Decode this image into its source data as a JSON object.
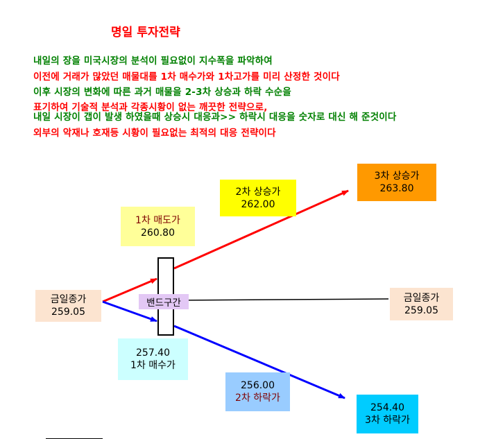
{
  "title": "명일 투자전략",
  "description_lines": [
    {
      "text": "내일의 장을 미국시장의 분석이 필요없이 지수폭을 파악하여",
      "color": "#008000"
    },
    {
      "text": "이전에 거래가 많았던 매물대를 1차 매수가와 1차고가를 미리 산정한 것이다",
      "color": "#ff0000"
    },
    {
      "text": "이후 시장의 변화에 따른 과거 매물을 2-3차 상승과 하락 수순을",
      "color": "#008000"
    },
    {
      "text": "표기하여 기술적  분석과 각종시황이 없는 깨끗한 전략으로,",
      "color": "#ff0000"
    },
    {
      "text": "내일 시장이 갭이 발생 하였을때 상승시 대응과>> 하락시 대응을 숫자로 대신 해 준것이다",
      "color": "#008000"
    },
    {
      "text": "외부의 악재나 호재등  시황이 필요없는 최적의 대응 전략이다",
      "color": "#ff0000"
    }
  ],
  "diagram": {
    "close_left": {
      "label": "금일종가",
      "value": "259.05"
    },
    "close_right": {
      "label": "금일종가",
      "value": "259.05"
    },
    "sell1": {
      "label": "1차 매도가",
      "value": "260.80"
    },
    "rise2": {
      "label": "2차 상승가",
      "value": "262.00"
    },
    "rise3": {
      "label": "3차 상승가",
      "value": "263.80"
    },
    "buy1": {
      "value": "257.40",
      "label": "1차 매수가"
    },
    "fall2": {
      "value": "256.00",
      "label": "2차 하락가"
    },
    "fall3": {
      "value": "254.40",
      "label": "3차 하락가"
    },
    "band_label": "밴드구간"
  },
  "colors": {
    "title": "#ff0000",
    "up_arrow": "#ff0000",
    "down_arrow": "#0000ff",
    "close_box": "#fce4d0",
    "sell1_box": "#ffff99",
    "rise2_box": "#ffff00",
    "rise3_box": "#ff9900",
    "buy1_box": "#ccffff",
    "fall2_box": "#99ccff",
    "fall3_box": "#00ccff",
    "band_label_box": "#e3c8f5"
  }
}
